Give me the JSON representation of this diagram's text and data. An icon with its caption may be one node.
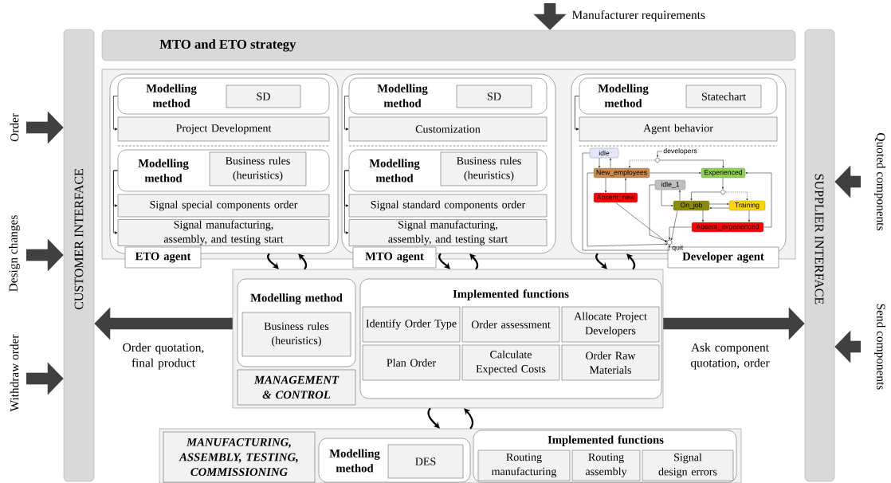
{
  "diagram": {
    "nodes": [
      {
        "text": [
          "CUSTOMER INTERFACE"
        ]
      },
      {
        "text": [
          "SUPPLIER INTERFACE"
        ]
      },
      {
        "text": [
          "MTO and ETO strategy"
        ]
      },
      {
        "text": [],
        "shape": "box"
      },
      {
        "text": [],
        "shape": "box",
        "in": 3
      },
      {
        "text": [
          "Modelling method"
        ],
        "in": 4
      },
      {
        "text": [
          "SD"
        ],
        "in": 5
      },
      {
        "text": [
          "Project Development"
        ],
        "in": 4
      },
      {
        "text": [
          "Modelling method"
        ],
        "in": 4
      },
      {
        "text": [
          "Business rules (heuristics)"
        ],
        "in": 8
      },
      {
        "text": [
          "Signal special components order"
        ],
        "in": 4
      },
      {
        "text": [
          "Signal manufacturing, assembly, and testing start"
        ],
        "in": 4
      },
      {
        "text": [
          "ETO agent"
        ]
      },
      {
        "text": [],
        "shape": "box",
        "in": 3
      },
      {
        "text": [
          "Modelling method"
        ],
        "in": 13
      },
      {
        "text": [
          "SD"
        ],
        "in": 14
      },
      {
        "text": [
          "Customization"
        ],
        "in": 13
      },
      {
        "text": [
          "Modelling method"
        ],
        "in": 13
      },
      {
        "text": [
          "Business rules (heuristics)"
        ],
        "in": 17
      },
      {
        "text": [
          "Signal standard components order"
        ],
        "in": 13
      },
      {
        "text": [
          "Signal manufacturing, assembly, and testing start"
        ],
        "in": 13
      },
      {
        "text": [
          "MTO agent"
        ]
      },
      {
        "text": [],
        "shape": "box",
        "in": 3
      },
      {
        "text": [
          "Modelling method"
        ],
        "in": 22
      },
      {
        "text": [
          "Statechart"
        ],
        "in": 23
      },
      {
        "text": [
          "Agent behavior"
        ],
        "in": 22
      },
      {
        "text": [
          "Developer agent"
        ]
      },
      {
        "text": [
          "developers"
        ],
        "in": 22
      },
      {
        "text": [
          "idle"
        ],
        "in": 22
      },
      {
        "text": [],
        "shape": "diamond",
        "in": 22
      },
      {
        "text": [
          "New_employees"
        ],
        "in": 22
      },
      {
        "text": [
          "Experienced"
        ],
        "in": 22
      },
      {
        "text": [
          "idle_1"
        ],
        "in": 22
      },
      {
        "text": [],
        "shape": "diamond",
        "in": 22
      },
      {
        "text": [
          "Absent_new"
        ],
        "in": 22
      },
      {
        "text": [
          "On_job"
        ],
        "in": 22
      },
      {
        "text": [
          "Training"
        ],
        "in": 22
      },
      {
        "text": [
          "Absent_experienced"
        ],
        "in": 22
      },
      {
        "text": [],
        "shape": "circle",
        "beside": [
          "quit"
        ],
        "in": 22
      },
      {
        "text": [],
        "shape": "box"
      },
      {
        "text": [
          "Modelling method"
        ],
        "in": 39
      },
      {
        "text": [
          "Business rules (heuristics)"
        ],
        "in": 40
      },
      {
        "text": [
          "MANAGEMENT & CONTROL"
        ],
        "in": 39
      },
      {
        "text": [
          "Implemented functions"
        ],
        "in": 39
      },
      {
        "text": [
          "Identify Order Type"
        ],
        "in": 43
      },
      {
        "text": [
          "Order assessment"
        ],
        "in": 43
      },
      {
        "text": [
          "Allocate Project Developers"
        ],
        "in": 43
      },
      {
        "text": [
          "Plan Order"
        ],
        "in": 43
      },
      {
        "text": [
          "Calculate Expected Costs"
        ],
        "in": 43
      },
      {
        "text": [
          "Order Raw Materials"
        ],
        "in": 43
      },
      {
        "text": [],
        "shape": "box"
      },
      {
        "text": [
          "MANUFACTURING, ASSEMBLY, TESTING, COMMISSIONING"
        ],
        "in": 50
      },
      {
        "text": [
          "Modelling method"
        ],
        "in": 50
      },
      {
        "text": [
          "DES"
        ],
        "in": 52
      },
      {
        "text": [
          "Implemented functions"
        ],
        "in": 50
      },
      {
        "text": [
          "Routing manufacturing"
        ],
        "in": 54
      },
      {
        "text": [
          "Routing assembly"
        ],
        "in": 54
      },
      {
        "text": [
          "Signal design errors"
        ],
        "in": 54
      }
    ],
    "edges": [
      {
        "from": null,
        "to": 2,
        "arrow": "to",
        "label": "Manufacturer requirements",
        "style": "thick",
        "color": "#404040"
      },
      {
        "from": null,
        "to": 0,
        "arrow": "to",
        "label": "Order",
        "style": "thick",
        "color": "#404040"
      },
      {
        "from": null,
        "to": 0,
        "arrow": "to",
        "label": "Design changes",
        "style": "thick",
        "color": "#404040"
      },
      {
        "from": null,
        "to": 0,
        "arrow": "to",
        "label": "Withdraw order",
        "style": "thick",
        "color": "#404040"
      },
      {
        "from": 39,
        "to": 0,
        "arrow": "to",
        "label": "Order quotation, final product",
        "style": "thick",
        "color": "#404040"
      },
      {
        "from": 39,
        "to": 1,
        "arrow": "to",
        "label": "Ask component quotation, order",
        "style": "thick",
        "color": "#404040"
      },
      {
        "from": null,
        "to": 1,
        "arrow": "to",
        "label": "Quoted components",
        "style": "thick",
        "color": "#404040"
      },
      {
        "from": null,
        "to": 1,
        "arrow": "to",
        "label": "Send components",
        "style": "thick",
        "color": "#404040"
      },
      {
        "from": 5,
        "to": 7,
        "arrow": "to"
      },
      {
        "from": 8,
        "to": 10,
        "arrow": "to"
      },
      {
        "from": 8,
        "to": 11,
        "arrow": "to"
      },
      {
        "from": 14,
        "to": 16,
        "arrow": "to"
      },
      {
        "from": 17,
        "to": 19,
        "arrow": "to"
      },
      {
        "from": 17,
        "to": 20,
        "arrow": "to"
      },
      {
        "from": 23,
        "to": 25,
        "arrow": "to"
      },
      {
        "from": 4,
        "to": 39,
        "arrow": "to",
        "style": "thick"
      },
      {
        "from": 39,
        "to": 4,
        "arrow": "to",
        "style": "thick"
      },
      {
        "from": 13,
        "to": 39,
        "arrow": "to",
        "style": "thick"
      },
      {
        "from": 39,
        "to": 13,
        "arrow": "to",
        "style": "thick"
      },
      {
        "from": 22,
        "to": 39,
        "arrow": "to",
        "style": "thick"
      },
      {
        "from": 39,
        "to": 22,
        "arrow": "to",
        "style": "thick"
      },
      {
        "from": 39,
        "to": 50,
        "arrow": "to",
        "style": "thick"
      },
      {
        "from": 50,
        "to": 39,
        "arrow": "to",
        "style": "thick"
      },
      {
        "from": 27,
        "to": 29,
        "arrow": "to"
      },
      {
        "from": 29,
        "to": 30,
        "arrow": "to",
        "style": "dashed"
      },
      {
        "from": 29,
        "to": 31,
        "arrow": "to"
      },
      {
        "from": 28,
        "to": 30,
        "arrow": "to"
      },
      {
        "from": 30,
        "to": 28,
        "arrow": "to"
      },
      {
        "from": 30,
        "to": 31,
        "arrow": "to"
      },
      {
        "from": 30,
        "to": 34,
        "arrow": "to"
      },
      {
        "from": 34,
        "to": 30,
        "arrow": "to"
      },
      {
        "from": 31,
        "to": 33,
        "arrow": "to"
      },
      {
        "from": 33,
        "to": 35,
        "arrow": "to"
      },
      {
        "from": 33,
        "to": 36,
        "arrow": "to",
        "style": "dashed"
      },
      {
        "from": 32,
        "to": 35,
        "arrow": "to"
      },
      {
        "from": 35,
        "to": 32,
        "arrow": "to"
      },
      {
        "from": 35,
        "to": 36,
        "arrow": "to"
      },
      {
        "from": 36,
        "to": 35,
        "arrow": "to"
      },
      {
        "from": 35,
        "to": 37,
        "arrow": "to"
      },
      {
        "from": 36,
        "to": 37,
        "arrow": "to"
      },
      {
        "from": 37,
        "to": 31,
        "arrow": "to"
      },
      {
        "from": 30,
        "to": 38,
        "arrow": "to"
      },
      {
        "from": 34,
        "to": 38,
        "arrow": "to"
      },
      {
        "from": 28,
        "to": 38,
        "arrow": "to"
      },
      {
        "from": 32,
        "to": 38,
        "arrow": "to"
      },
      {
        "from": 35,
        "to": 38,
        "arrow": "to"
      },
      {
        "from": 37,
        "to": 38,
        "arrow": "to"
      }
    ]
  }
}
